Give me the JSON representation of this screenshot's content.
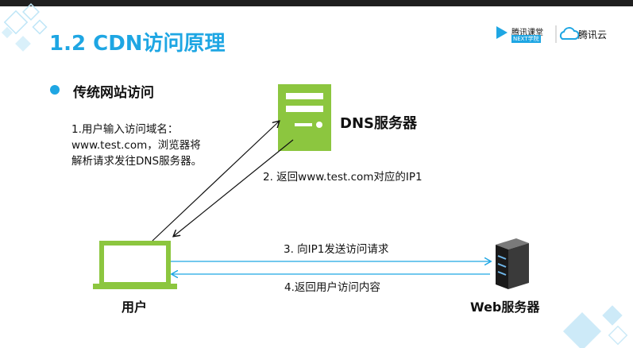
{
  "slide": {
    "title": "1.2 CDN访问原理",
    "subtitle": "传统网站访问",
    "logo_left_main": "腾讯课堂",
    "logo_left_sub": "NEXT学院",
    "logo_right": "腾讯云"
  },
  "diagram": {
    "step1_lines": [
      "1.用户输入访问域名：",
      "www.test.com，浏览器将",
      "解析请求发往DNS服务器。"
    ],
    "step2": "2. 返回www.test.com对应的IP1",
    "step3": "3. 向IP1发送访问请求",
    "step4": "4.返回用户访问内容",
    "dns_server_label": "DNS服务器",
    "user_label": "用户",
    "web_server_label": "Web服务器"
  },
  "colors": {
    "accent": "#1ea6e3",
    "device_green": "#8cc63f",
    "arrow_blue": "#1ea6e3"
  }
}
